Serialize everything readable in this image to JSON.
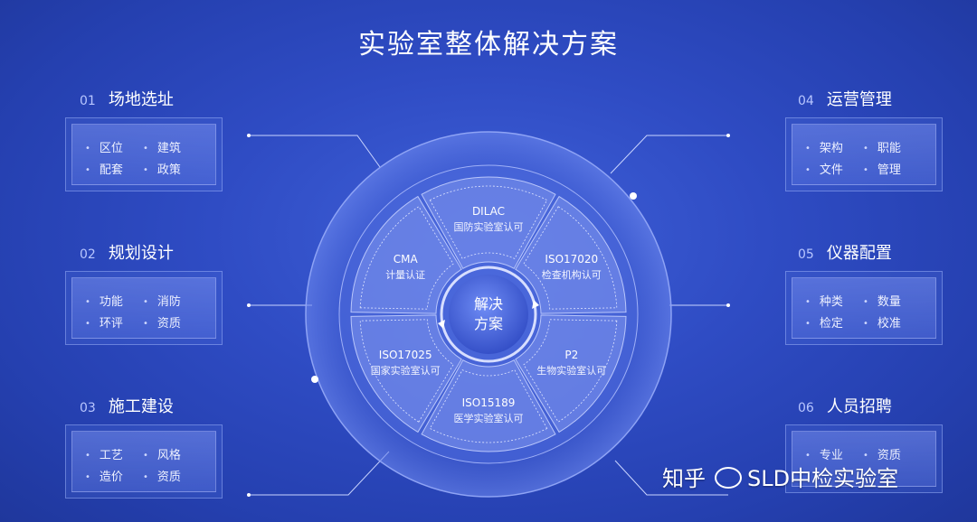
{
  "title": "实验室整体解决方案",
  "left_sections": [
    {
      "num": "01",
      "name": "场地选址",
      "items": [
        "区位",
        "建筑",
        "配套",
        "政策"
      ]
    },
    {
      "num": "02",
      "name": "规划设计",
      "items": [
        "功能",
        "消防",
        "环评",
        "资质"
      ]
    },
    {
      "num": "03",
      "name": "施工建设",
      "items": [
        "工艺",
        "风格",
        "造价",
        "资质"
      ]
    }
  ],
  "right_sections": [
    {
      "num": "04",
      "name": "运营管理",
      "items": [
        "架构",
        "职能",
        "文件",
        "管理"
      ]
    },
    {
      "num": "05",
      "name": "仪器配置",
      "items": [
        "种类",
        "数量",
        "检定",
        "校准"
      ]
    },
    {
      "num": "06",
      "name": "人员招聘",
      "items": [
        "专业",
        "资质"
      ]
    }
  ],
  "wheel": {
    "center": [
      "解决",
      "方案"
    ],
    "segments": [
      {
        "title": "CMA",
        "label": "计量认证"
      },
      {
        "title": "DILAC",
        "label": "国防实验室认可"
      },
      {
        "title": "ISO17020",
        "label": "检查机构认可"
      },
      {
        "title": "P2",
        "label": "生物实验室认可"
      },
      {
        "title": "ISO15189",
        "label": "医学实验室认可"
      },
      {
        "title": "ISO17025",
        "label": "国家实验室认可"
      }
    ]
  },
  "watermark": {
    "prefix": "知乎",
    "text": "SLD中检实验室"
  }
}
